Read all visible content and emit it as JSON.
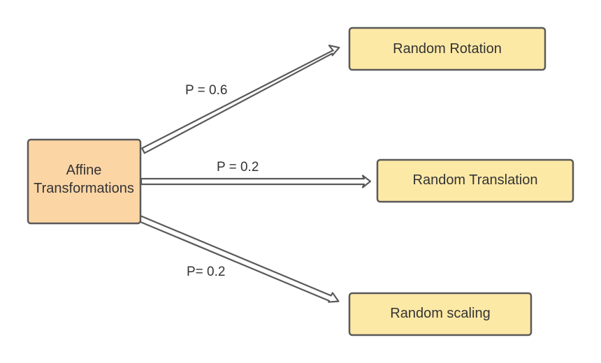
{
  "colors": {
    "source_fill": "#fcd5a5",
    "target_fill": "#fde9a6",
    "stroke": "#595959",
    "text": "#333333"
  },
  "source": {
    "label_line1": "Affine",
    "label_line2": "Transformations"
  },
  "targets": [
    {
      "label": "Random Rotation"
    },
    {
      "label": "Random Translation"
    },
    {
      "label": "Random scaling"
    }
  ],
  "edges": [
    {
      "label": "P = 0.6"
    },
    {
      "label": "P = 0.2"
    },
    {
      "label": "P= 0.2"
    }
  ]
}
